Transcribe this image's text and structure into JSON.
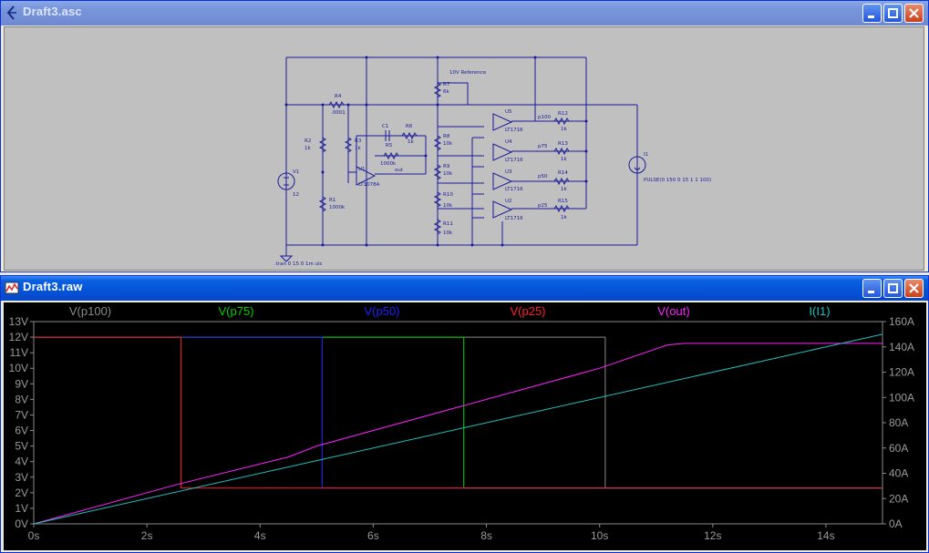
{
  "schematic_window": {
    "title": "Draft3.asc",
    "components": {
      "R4": {
        "ref": "R4",
        "value": ".0001"
      },
      "R2": {
        "ref": "R2",
        "value": "1k"
      },
      "R3": {
        "ref": "R3",
        "value": "1k"
      },
      "R1": {
        "ref": "R1",
        "value": "1000k"
      },
      "R5": {
        "ref": "R5",
        "value": "1000k"
      },
      "R6": {
        "ref": "R6",
        "value": "1k"
      },
      "R7": {
        "ref": "R7",
        "value": "6k"
      },
      "R8": {
        "ref": "R8",
        "value": "10k"
      },
      "R9": {
        "ref": "R9",
        "value": "10k"
      },
      "R10": {
        "ref": "R10",
        "value": "10k"
      },
      "R11": {
        "ref": "R11",
        "value": "10k"
      },
      "R12": {
        "ref": "R12",
        "value": "1k"
      },
      "R13": {
        "ref": "R13",
        "value": "1k"
      },
      "R14": {
        "ref": "R14",
        "value": "1k"
      },
      "R15": {
        "ref": "R15",
        "value": "1k"
      },
      "C1": {
        "ref": "C1"
      },
      "V1": {
        "ref": "V1",
        "value": "12"
      },
      "U1": {
        "ref": "U1",
        "value": "LT1078A"
      },
      "U2": {
        "ref": "U2",
        "value": "LT1716"
      },
      "U3": {
        "ref": "U3",
        "value": "LT1716"
      },
      "U4": {
        "ref": "U4",
        "value": "LT1716"
      },
      "U5": {
        "ref": "U5",
        "value": "LT1716"
      },
      "I1": {
        "ref": "I1",
        "value": "PULSE(0 150 0 15 1 1 100)"
      }
    },
    "net_labels": {
      "out": "out",
      "p100": "p100",
      "p75": "p75",
      "p50": "p50",
      "p25": "p25",
      "ref": "10V Reference"
    },
    "directive": ".tran 0 15 0 1m uic"
  },
  "waveform_window": {
    "title": "Draft3.raw"
  },
  "chart_data": {
    "type": "line",
    "xlabel": "",
    "ylabel": "",
    "x_ticks": [
      "0s",
      "2s",
      "4s",
      "6s",
      "8s",
      "10s",
      "12s",
      "14s"
    ],
    "xlim": [
      0,
      15
    ],
    "y_left_ticks": [
      "0V",
      "1V",
      "2V",
      "3V",
      "4V",
      "5V",
      "6V",
      "7V",
      "8V",
      "9V",
      "10V",
      "11V",
      "12V",
      "13V"
    ],
    "ylim_left": [
      0,
      13
    ],
    "y_right_ticks": [
      "0A",
      "20A",
      "40A",
      "60A",
      "80A",
      "100A",
      "120A",
      "140A",
      "160A"
    ],
    "ylim_right": [
      0,
      160
    ],
    "grid": false,
    "legend": "top",
    "series": [
      {
        "name": "V(p100)",
        "color": "#8a8a8a",
        "axis": "left",
        "x": [
          0,
          10.1,
          10.1,
          15
        ],
        "y": [
          12,
          12,
          2.3,
          2.3
        ]
      },
      {
        "name": "V(p75)",
        "color": "#00d000",
        "axis": "left",
        "x": [
          0,
          7.6,
          7.6,
          15
        ],
        "y": [
          12,
          12,
          2.3,
          2.3
        ]
      },
      {
        "name": "V(p50)",
        "color": "#2020ff",
        "axis": "left",
        "x": [
          0,
          5.1,
          5.1,
          15
        ],
        "y": [
          12,
          12,
          2.3,
          2.3
        ]
      },
      {
        "name": "V(p25)",
        "color": "#ff2020",
        "axis": "left",
        "x": [
          0,
          2.6,
          2.6,
          15
        ],
        "y": [
          12,
          12,
          2.3,
          2.3
        ]
      },
      {
        "name": "V(out)",
        "color": "#ff20ff",
        "axis": "left",
        "x": [
          0,
          2.5,
          4.5,
          5,
          7.5,
          10,
          11.2,
          11.5,
          15
        ],
        "y": [
          0,
          2.5,
          4.3,
          5,
          7.5,
          10,
          11.5,
          11.6,
          11.6
        ]
      },
      {
        "name": "I(I1)",
        "color": "#20c0c0",
        "axis": "right",
        "x": [
          0,
          15
        ],
        "y": [
          0,
          150
        ]
      }
    ]
  }
}
